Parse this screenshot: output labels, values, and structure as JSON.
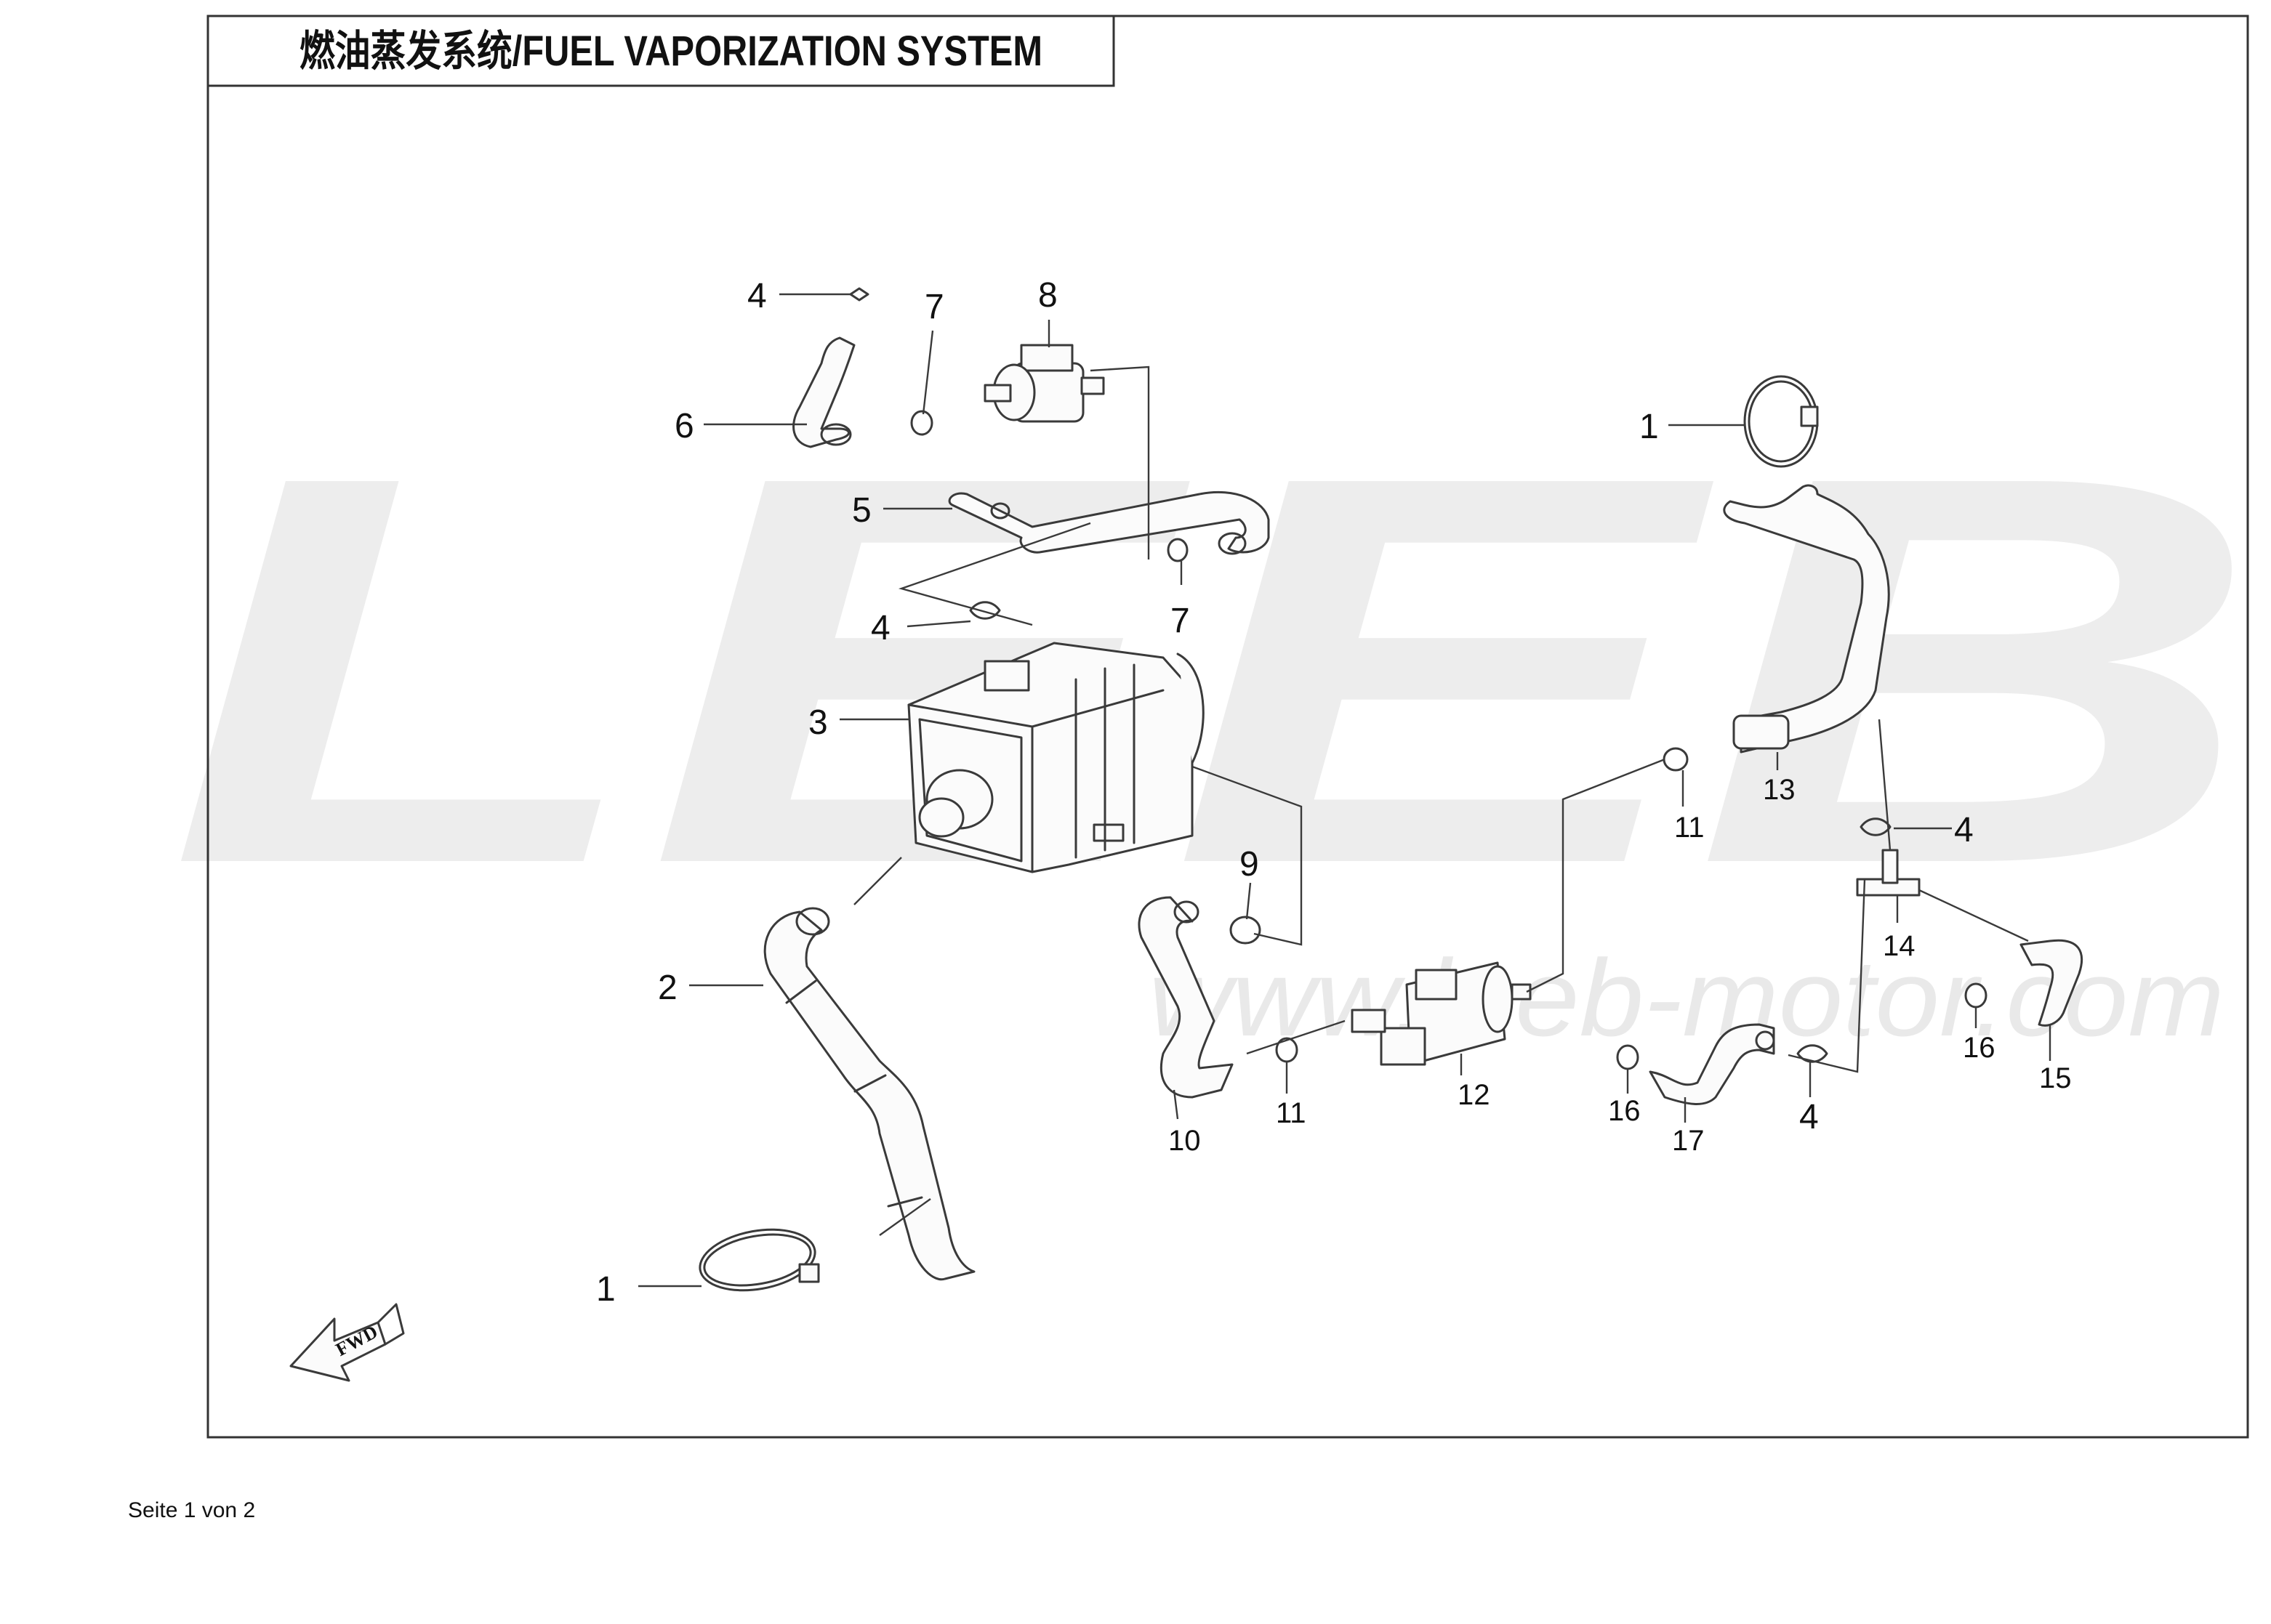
{
  "title": "燃油蒸发系统/FUEL VAPORIZATION SYSTEM",
  "watermark": {
    "brand": "LEEB",
    "url": "www.leeb-motor.com"
  },
  "fwd_label": "FWD",
  "callouts": [
    "1",
    "2",
    "3",
    "4",
    "5",
    "6",
    "7",
    "8",
    "9",
    "10",
    "11",
    "12",
    "13",
    "14",
    "15",
    "16",
    "17"
  ],
  "footer": "Seite 1 von 2"
}
